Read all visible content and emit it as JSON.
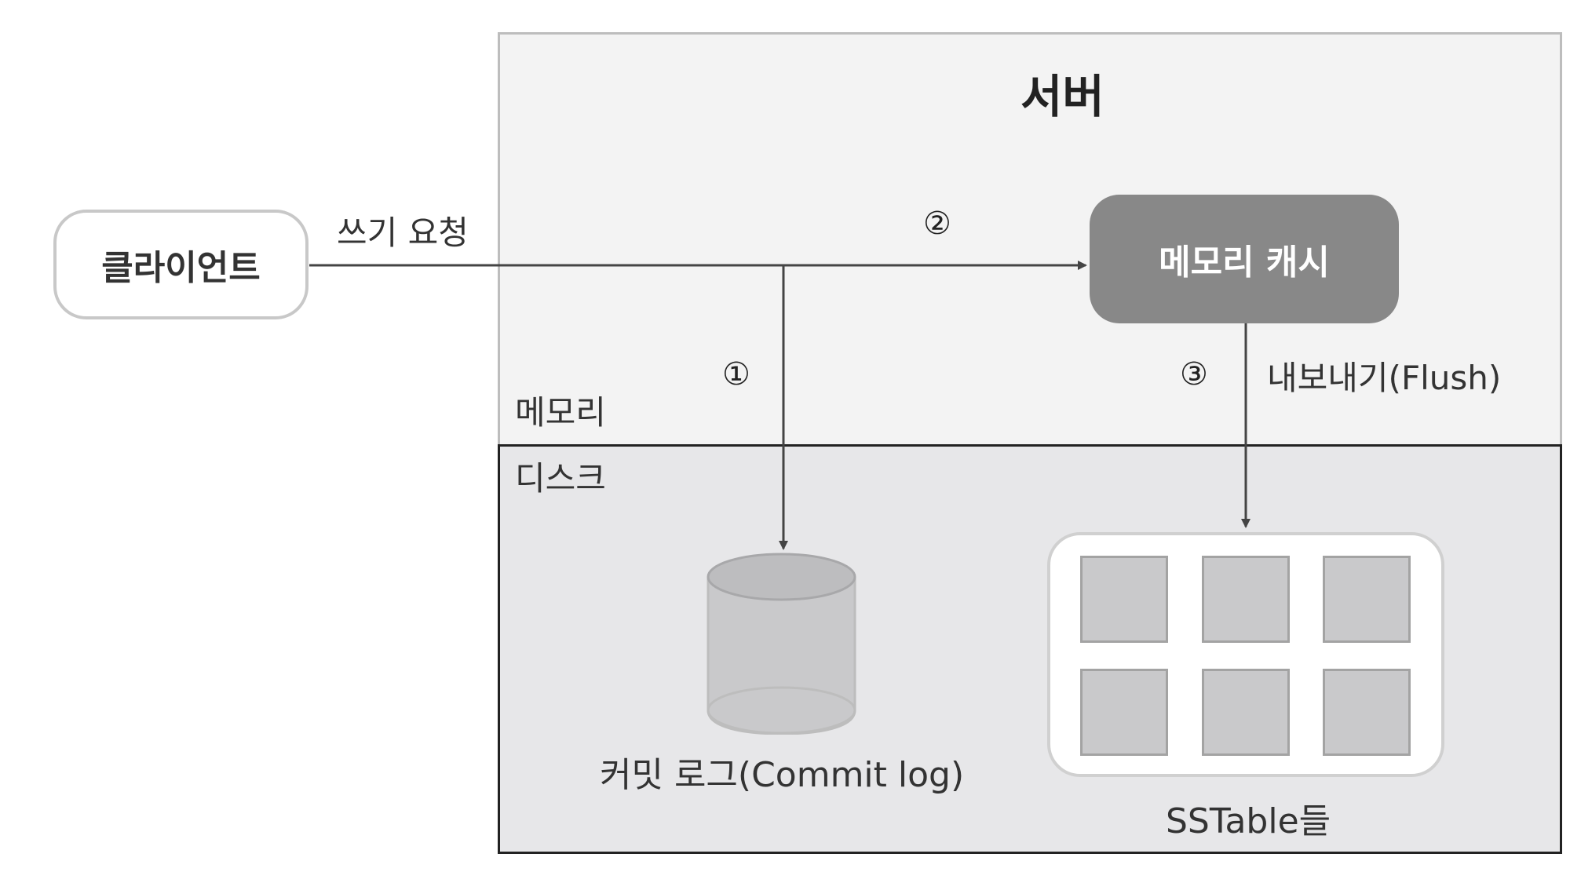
{
  "server": {
    "title": "서버",
    "memory_label": "메모리",
    "disk_label": "디스크"
  },
  "client": {
    "label": "클라이언트"
  },
  "write_request": {
    "label": "쓰기 요청"
  },
  "memory_cache": {
    "label": "메모리 캐시"
  },
  "steps": {
    "one": "①",
    "two": "②",
    "three": "③"
  },
  "flush": {
    "label": "내보내기(Flush)"
  },
  "commit_log": {
    "label": "커밋 로그(Commit log)"
  },
  "sstables": {
    "label": "SSTable들"
  },
  "colors": {
    "memory_area": "#f3f3f3",
    "disk_area": "#e7e7e9",
    "cache_fill": "#888888",
    "line": "#444444"
  }
}
